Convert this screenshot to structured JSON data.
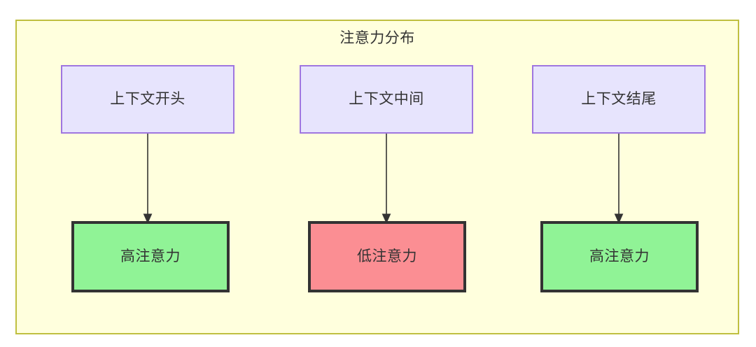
{
  "diagram": {
    "title": "注意力分布",
    "container": {
      "fill": "#ffffdd",
      "border": "#bfbf40"
    },
    "columns": [
      {
        "source": {
          "label": "上下文开头",
          "fill": "#e7e4fd",
          "border": "#9f76e0"
        },
        "target": {
          "label": "高注意力",
          "fill": "#90f396",
          "border": "#333333"
        },
        "edge": {
          "arrow": "arrow-down",
          "color": "#333333"
        }
      },
      {
        "source": {
          "label": "上下文中间",
          "fill": "#e7e4fd",
          "border": "#9f76e0"
        },
        "target": {
          "label": "低注意力",
          "fill": "#fb8e93",
          "border": "#333333"
        },
        "edge": {
          "arrow": "arrow-down",
          "color": "#333333"
        }
      },
      {
        "source": {
          "label": "上下文结尾",
          "fill": "#e7e4fd",
          "border": "#9f76e0"
        },
        "target": {
          "label": "高注意力",
          "fill": "#90f396",
          "border": "#333333"
        },
        "edge": {
          "arrow": "arrow-down",
          "color": "#333333"
        }
      }
    ]
  }
}
